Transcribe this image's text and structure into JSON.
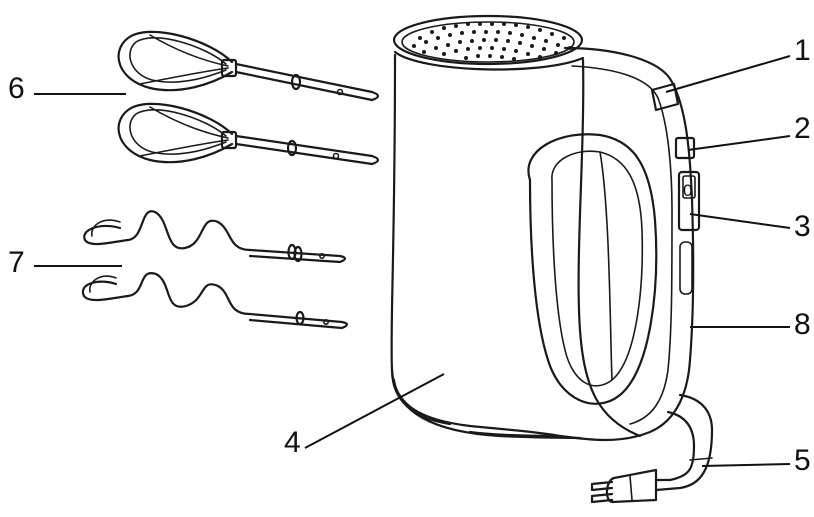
{
  "callouts": [
    {
      "id": "1",
      "label": "1"
    },
    {
      "id": "2",
      "label": "2"
    },
    {
      "id": "3",
      "label": "3"
    },
    {
      "id": "4",
      "label": "4"
    },
    {
      "id": "5",
      "label": "5"
    },
    {
      "id": "6",
      "label": "6"
    },
    {
      "id": "7",
      "label": "7"
    },
    {
      "id": "8",
      "label": "8"
    }
  ],
  "speed_switch": {
    "setting": "0"
  }
}
